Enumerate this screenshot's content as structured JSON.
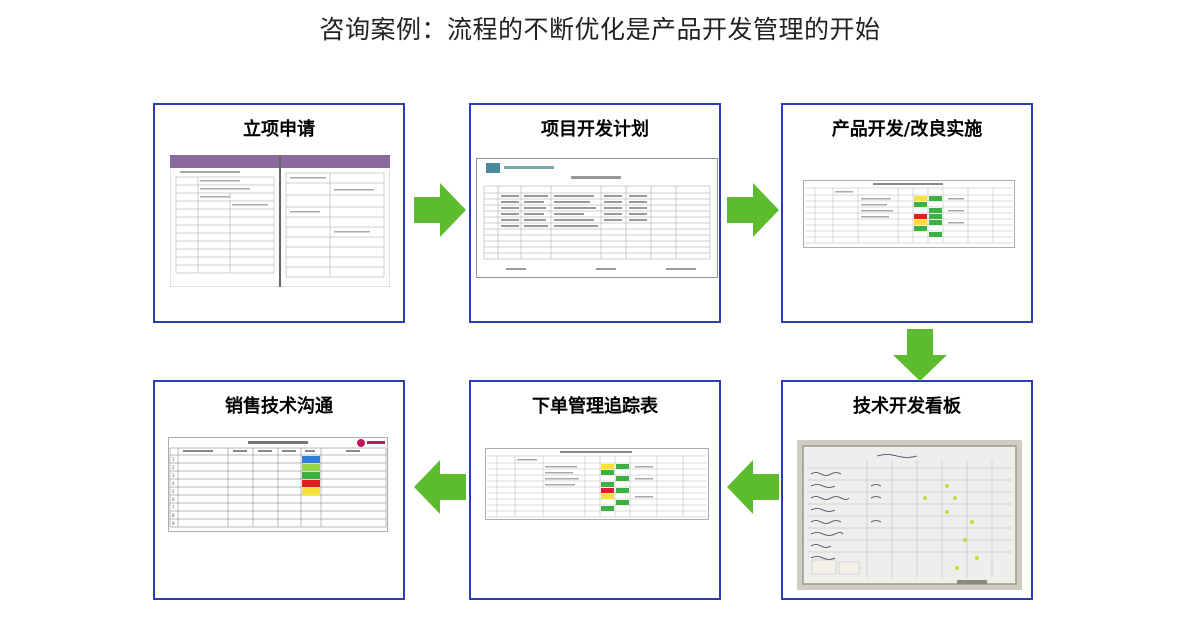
{
  "title": "咨询案例：流程的不断优化是产品开发管理的开始",
  "steps": [
    {
      "label": "立项申请"
    },
    {
      "label": "项目开发计划"
    },
    {
      "label": "产品开发/改良实施"
    },
    {
      "label": "技术开发看板"
    },
    {
      "label": "下单管理追踪表"
    },
    {
      "label": "销售技术沟通"
    }
  ],
  "colors": {
    "border": "#2a3db3",
    "arrow": "#5dbb2e",
    "form_header": "#8b6a9e",
    "cell_green": "#3cb043",
    "cell_yellow": "#f5e23a",
    "cell_red": "#e02020",
    "cell_blue": "#2b7fd8"
  },
  "icons": {
    "arrow_right": "right-arrow-icon",
    "arrow_down": "down-arrow-icon",
    "arrow_left": "left-arrow-icon"
  }
}
